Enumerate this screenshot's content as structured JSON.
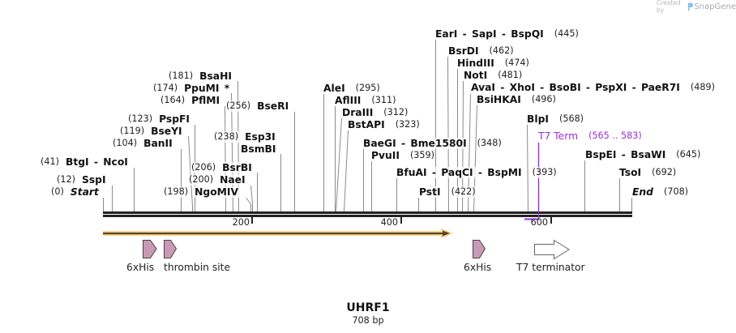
{
  "watermark": {
    "prefix": "Created by",
    "brand": "SnapGene"
  },
  "sequence": {
    "name": "UHRF1",
    "length": "708 bp"
  },
  "ruler": {
    "ticks": [
      "200",
      "400",
      "600"
    ]
  },
  "enzymes": [
    {
      "name": "Start",
      "pos": "(0)"
    },
    {
      "name": "SspI",
      "pos": "(12)"
    },
    {
      "name": "BtgI - NcoI",
      "pos": "(41)"
    },
    {
      "name": "BanII",
      "pos": "(104)"
    },
    {
      "name": "BseYI",
      "pos": "(119)"
    },
    {
      "name": "PspFI",
      "pos": "(123)"
    },
    {
      "name": "PflMI",
      "pos": "(164)"
    },
    {
      "name": "PpuMI *",
      "pos": "(174)"
    },
    {
      "name": "BsaHI",
      "pos": "(181)"
    },
    {
      "name": "NgoMIV",
      "pos": "(198)"
    },
    {
      "name": "NaeI",
      "pos": "(200)"
    },
    {
      "name": "BsrBI",
      "pos": "(206)"
    },
    {
      "name": "Esp3I",
      "pos": "(238)",
      "also": "BsmBI"
    },
    {
      "name": "BseRI",
      "pos": "(256)"
    },
    {
      "name": "AleI",
      "pos": "(295)"
    },
    {
      "name": "AflIII",
      "pos": "(311)"
    },
    {
      "name": "DraIII",
      "pos": "(312)"
    },
    {
      "name": "BstAPI",
      "pos": "(323)"
    },
    {
      "name": "BaeGI - Bme1580I",
      "pos": "(348)"
    },
    {
      "name": "PvuII",
      "pos": "(359)"
    },
    {
      "name": "BfuAI - PaqCI - BspMI",
      "pos": "(393)"
    },
    {
      "name": "PstI",
      "pos": "(422)"
    },
    {
      "name": "EarI - SapI - BspQI",
      "pos": "(445)"
    },
    {
      "name": "BsrDI",
      "pos": "(462)"
    },
    {
      "name": "HindIII",
      "pos": "(474)"
    },
    {
      "name": "NotI",
      "pos": "(481)"
    },
    {
      "name": "AvaI - XhoI - BsoBI - PspXI - PaeR7I",
      "pos": "(489)"
    },
    {
      "name": "BsiHKAI",
      "pos": "(496)"
    },
    {
      "name": "BlpI",
      "pos": "(568)"
    },
    {
      "name": "BspEI - BsaWI",
      "pos": "(645)"
    },
    {
      "name": "TsoI",
      "pos": "(692)"
    },
    {
      "name": "End",
      "pos": "(708)"
    }
  ],
  "terminator_annotation": {
    "name": "T7 Term",
    "range": "(565 .. 583)"
  },
  "features": [
    {
      "label": "6xHis",
      "type": "tag"
    },
    {
      "label": "thrombin site",
      "type": "site"
    },
    {
      "label": "6xHis",
      "type": "tag"
    },
    {
      "label": "T7 terminator",
      "type": "terminator"
    }
  ],
  "colors": {
    "orf_fill": "#f9d38a",
    "orf_core": "#5a4526",
    "tag_fill": "#c99ab6",
    "terminator_fill": "#ffffff",
    "t7_annotation": "#9a2fd6",
    "backbone": "#222222",
    "leader_line": "#8a8a8a"
  }
}
